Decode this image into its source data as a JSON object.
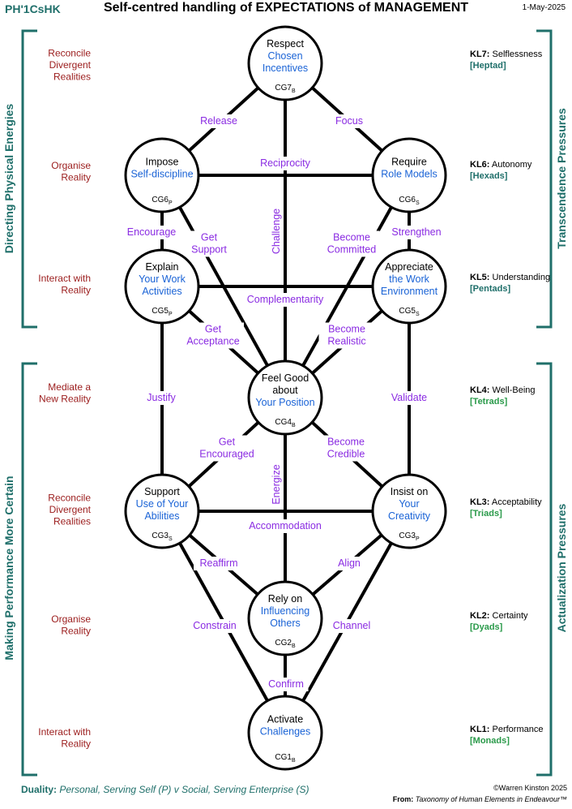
{
  "header": {
    "code": "PH'1CsHK",
    "title": "Self-centred handling of EXPECTATIONS of MANAGEMENT",
    "date": "1-May-2025"
  },
  "colors": {
    "teal": "#1f6f6a",
    "dark_red": "#9b1c1c",
    "blue": "#1a63d6",
    "purple": "#8a2be2",
    "green": "#2a9a4a"
  },
  "side_labels": {
    "left_top": "Directing  Physical  Energies",
    "left_bottom": "Making  Performance  More  Certain",
    "right_top": "Transcendence  Pressures",
    "right_bottom": "Actualization  Pressures"
  },
  "left_labels": [
    [
      "Reconcile",
      "Divergent",
      "Realities"
    ],
    [
      "Organise",
      "Reality"
    ],
    [
      "Interact with",
      "Reality"
    ],
    [
      "Mediate a",
      "New Reality"
    ],
    [
      "Reconcile",
      "Divergent",
      "Realities"
    ],
    [
      "Organise",
      "Reality"
    ],
    [
      "Interact with",
      "Reality"
    ]
  ],
  "levels": [
    {
      "code": "KL7:",
      "name": "Selflessness",
      "group": "[Heptad]"
    },
    {
      "code": "KL6:",
      "name": "Autonomy",
      "group": "[Hexads]"
    },
    {
      "code": "KL5:",
      "name": "Understanding",
      "group": "[Pentads]"
    },
    {
      "code": "KL4:",
      "name": "Well-Being",
      "group": "[Tetrads]"
    },
    {
      "code": "KL3:",
      "name": "Acceptability",
      "group": "[Triads]"
    },
    {
      "code": "KL2:",
      "name": "Certainty",
      "group": "[Dyads]"
    },
    {
      "code": "KL1:",
      "name": "Performance",
      "group": "[Monads]"
    }
  ],
  "nodes": [
    {
      "id": "cg7",
      "head": [
        "Respect"
      ],
      "body": [
        "Chosen",
        "Incentives"
      ],
      "code": "CG7",
      "sub": "B"
    },
    {
      "id": "cg6p",
      "head": [
        "Impose"
      ],
      "body": [
        "Self-discipline"
      ],
      "code": "CG6",
      "sub": "P"
    },
    {
      "id": "cg6s",
      "head": [
        "Require"
      ],
      "body": [
        "Role Models"
      ],
      "code": "CG6",
      "sub": "S"
    },
    {
      "id": "cg5p",
      "head": [
        "Explain"
      ],
      "body": [
        "Your Work",
        "Activities"
      ],
      "code": "CG5",
      "sub": "P"
    },
    {
      "id": "cg5s",
      "head": [
        "Appreciate"
      ],
      "body": [
        "the Work",
        "Environment"
      ],
      "code": "CG5",
      "sub": "S"
    },
    {
      "id": "cg4",
      "head": [
        "Feel Good",
        "about"
      ],
      "body": [
        "Your Position"
      ],
      "code": "CG4",
      "sub": "B"
    },
    {
      "id": "cg3s",
      "head": [
        "Support"
      ],
      "body": [
        "Use of Your",
        "Abilities"
      ],
      "code": "CG3",
      "sub": "S"
    },
    {
      "id": "cg3p",
      "head": [
        "Insist on"
      ],
      "body": [
        "Your",
        "Creativity"
      ],
      "code": "CG3",
      "sub": "P"
    },
    {
      "id": "cg2",
      "head": [
        "Rely on"
      ],
      "body": [
        "Influencing",
        "Others"
      ],
      "code": "CG2",
      "sub": "B"
    },
    {
      "id": "cg1",
      "head": [
        "Activate"
      ],
      "body": [
        "Challenges"
      ],
      "code": "CG1",
      "sub": "B"
    }
  ],
  "edge_labels": [
    {
      "id": "release",
      "lines": [
        "Release"
      ]
    },
    {
      "id": "focus",
      "lines": [
        "Focus"
      ]
    },
    {
      "id": "reciprocity",
      "lines": [
        "Reciprocity"
      ]
    },
    {
      "id": "challenge",
      "lines": [
        "Challenge"
      ]
    },
    {
      "id": "encourage",
      "lines": [
        "Encourage"
      ]
    },
    {
      "id": "get-support",
      "lines": [
        "Get",
        "Support"
      ]
    },
    {
      "id": "become-committed",
      "lines": [
        "Become",
        "Committed"
      ]
    },
    {
      "id": "strengthen",
      "lines": [
        "Strengthen"
      ]
    },
    {
      "id": "complementarity",
      "lines": [
        "Complementarity"
      ]
    },
    {
      "id": "get-acceptance",
      "lines": [
        "Get",
        "Acceptance"
      ]
    },
    {
      "id": "become-realistic",
      "lines": [
        "Become",
        "Realistic"
      ]
    },
    {
      "id": "justify",
      "lines": [
        "Justify"
      ]
    },
    {
      "id": "validate",
      "lines": [
        "Validate"
      ]
    },
    {
      "id": "get-encouraged",
      "lines": [
        "Get",
        "Encouraged"
      ]
    },
    {
      "id": "energize",
      "lines": [
        "Energize"
      ]
    },
    {
      "id": "become-credible",
      "lines": [
        "Become",
        "Credible"
      ]
    },
    {
      "id": "accommodation",
      "lines": [
        "Accommodation"
      ]
    },
    {
      "id": "reaffirm",
      "lines": [
        "Reaffirm"
      ]
    },
    {
      "id": "align",
      "lines": [
        "Align"
      ]
    },
    {
      "id": "constrain",
      "lines": [
        "Constrain"
      ]
    },
    {
      "id": "channel",
      "lines": [
        "Channel"
      ]
    },
    {
      "id": "confirm",
      "lines": [
        "Confirm"
      ]
    }
  ],
  "footer": {
    "duality_label": "Duality:",
    "duality_text": " Personal, Serving Self  (P)  v Social, Serving Enterprise (S)",
    "copyright": "©Warren Kinston 2025",
    "from_label": "From:",
    "from_text": "Taxonomy of Human Elements in Endeavour™"
  }
}
